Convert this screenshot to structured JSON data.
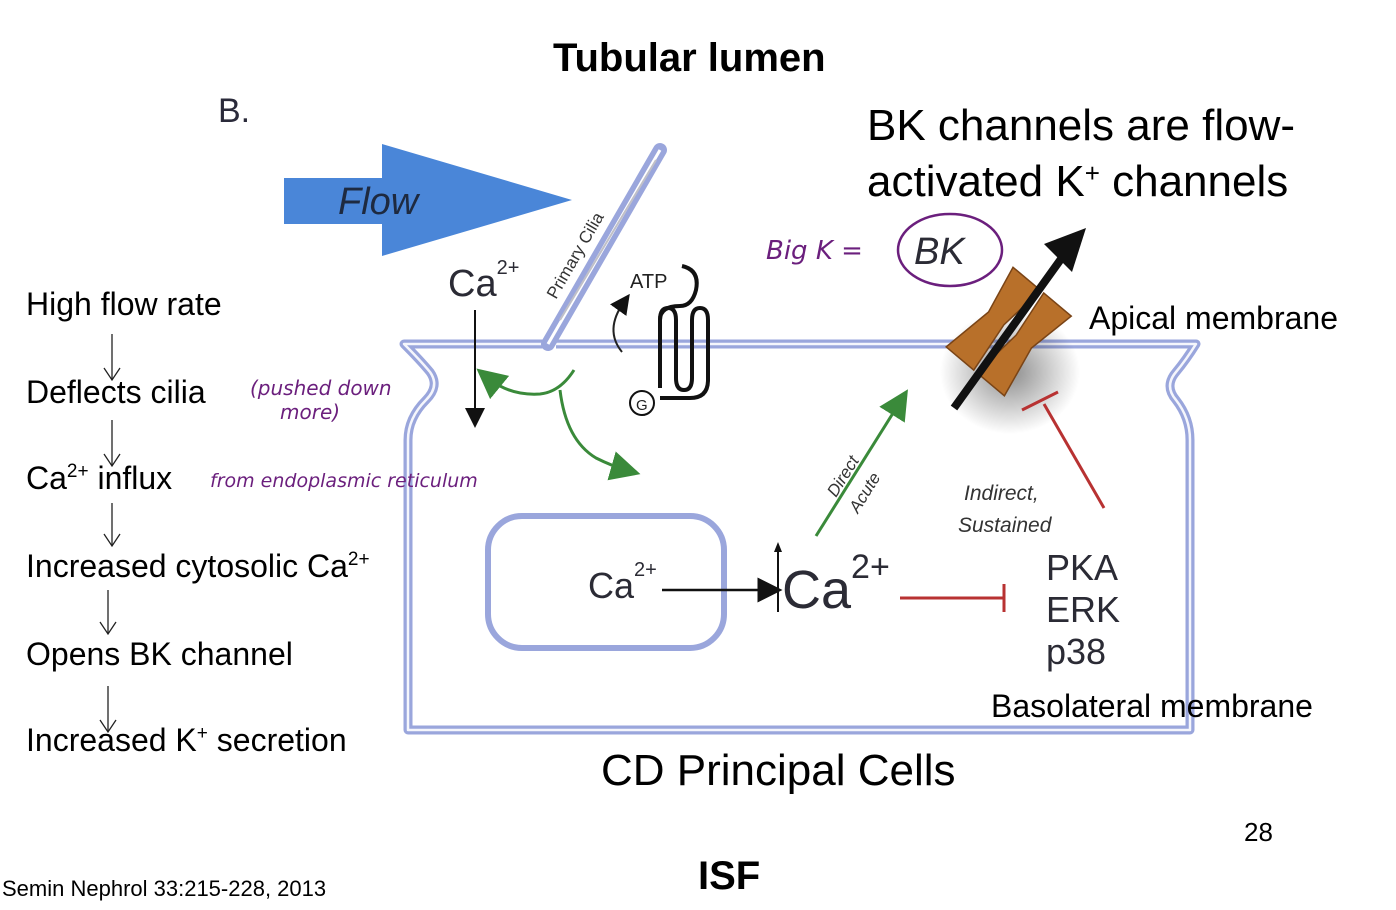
{
  "slide": {
    "title": "Tubular lumen",
    "panel_label": "B.",
    "heading": {
      "line1": "BK channels are flow-",
      "line2_pre": "activated K",
      "line2_sup": "+",
      "line2_post": " channels"
    },
    "bottom_label": "ISF",
    "cell_label": "CD Principal Cells",
    "page_number": "28",
    "citation": "Semin Nephrol 33:215-228, 2013"
  },
  "flowchart": {
    "steps": [
      {
        "text": "High flow rate",
        "sup": "",
        "after": ""
      },
      {
        "text": "Deflects cilia",
        "sup": "",
        "after": ""
      },
      {
        "text": "Ca",
        "sup": "2+",
        "after": " influx"
      },
      {
        "text": "Increased cytosolic Ca",
        "sup": "2+",
        "after": ""
      },
      {
        "text": "Opens BK channel",
        "sup": "",
        "after": ""
      },
      {
        "text": "Increased K",
        "sup": "+",
        "after": " secretion"
      }
    ]
  },
  "annotations": {
    "handwritten": {
      "pushed_down_line1": "(pushed down",
      "pushed_down_line2": "more)",
      "from_er": "from endoplasmic reticulum",
      "big_k": "Big K ="
    }
  },
  "diagram": {
    "flow_label": "Flow",
    "primary_cilia_label": "Primary Cilia",
    "ca_lumen": {
      "base": "Ca",
      "sup": "2+"
    },
    "atp_label": "ATP",
    "g_protein_label": "G",
    "bk_label": "BK",
    "apical_membrane_label": "Apical membrane",
    "basolateral_membrane_label": "Basolateral membrane",
    "ca_er": {
      "base": "Ca",
      "sup": "2+"
    },
    "ca_cyto": {
      "base": "Ca",
      "sup": "2+"
    },
    "direct_label": "Direct",
    "acute_label": "Acute",
    "indirect_label": "Indirect,",
    "sustained_label": "Sustained",
    "kinases": [
      "PKA",
      "ERK",
      "p38"
    ],
    "colors": {
      "membrane": "#9aa6dc",
      "flow_arrow": "#4a86d8",
      "activation": "#3a8a3a",
      "inhibition": "#b83232",
      "channel": "#b8702a",
      "handwriting": "#6b1f7d",
      "ca_text": "#2b2b35"
    }
  }
}
